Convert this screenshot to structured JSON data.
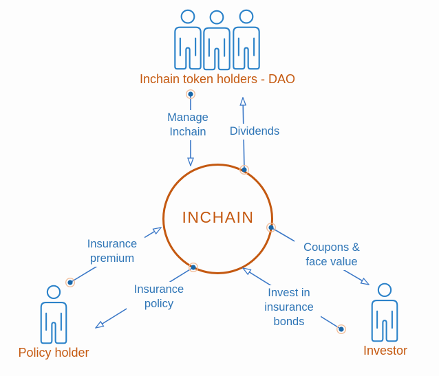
{
  "diagram": {
    "center": {
      "label": "INCHAIN"
    },
    "nodes": {
      "dao": {
        "label": "Inchain token holders - DAO"
      },
      "policy_holder": {
        "label": "Policy holder"
      },
      "investor": {
        "label": "Investor"
      }
    },
    "edges": {
      "manage": {
        "lines": [
          "Manage",
          "Inchain"
        ],
        "from": "dao",
        "to": "inchain"
      },
      "dividends": {
        "lines": [
          "Dividends"
        ],
        "from": "inchain",
        "to": "dao"
      },
      "premium": {
        "lines": [
          "Insurance",
          "premium"
        ],
        "from": "policy_holder",
        "to": "inchain"
      },
      "policy": {
        "lines": [
          "Insurance",
          "policy"
        ],
        "from": "inchain",
        "to": "policy_holder"
      },
      "coupons": {
        "lines": [
          "Coupons &",
          "face value"
        ],
        "from": "inchain",
        "to": "investor"
      },
      "invest": {
        "lines": [
          "Invest in",
          "insurance",
          "bonds"
        ],
        "from": "investor",
        "to": "inchain"
      }
    },
    "colors": {
      "accent_orange": "#C45911",
      "label_blue": "#2E75B6",
      "icon_blue": "#2B82C9",
      "line_blue": "#3B78C7",
      "dot_fill": "#1866A8",
      "dot_ring": "#F2BE9B",
      "background": "#FDFDFD"
    }
  }
}
